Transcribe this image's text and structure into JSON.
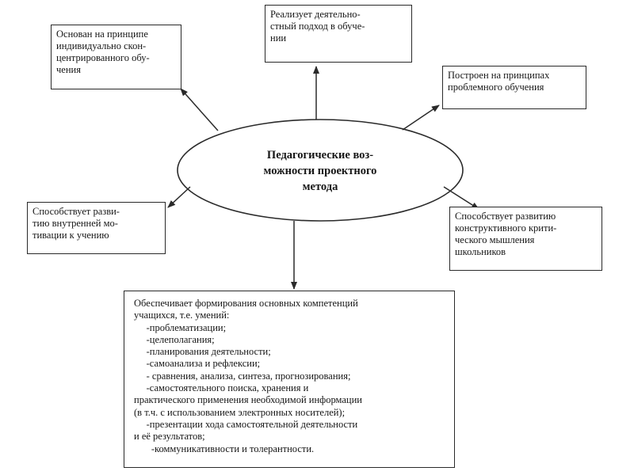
{
  "center": {
    "text": "Педагогические воз-\nможности проектного\nметода"
  },
  "boxes": {
    "top_left": "Основан на принципе\nиндивидуально скон-\nцентрированного обу-\nчения",
    "top_center": "Реализует деятельно-\nстный подход в обуче-\nнии",
    "top_right": "Построен на принципах\nпроблемного обучения",
    "mid_left": "Способствует разви-\nтию внутренней мо-\nтивации к учению",
    "mid_right": "Способствует развитию\nконструктивного крити-\nческого мышления\nшкольников"
  },
  "bottom": {
    "lines": [
      "Обеспечивает формирования основных компетенций",
      "учащихся, т.е. умений:",
      "     -проблематизации;",
      "     -целеполагания;",
      "     -планирования деятельности;",
      "     -самоанализа и рефлексии;",
      "     - сравнения, анализа, синтеза, прогнозирования;",
      "     -самостоятельного поиска, хранения и",
      "практического применения необходимой информации",
      "(в т.ч. с использованием электронных носителей);",
      "     -презентации хода самостоятельной деятельности",
      "и её результатов;",
      "       -коммуникативности и толерантности."
    ]
  },
  "colors": {
    "stroke": "#2a2a2a",
    "text": "#161616",
    "background": "#ffffff"
  }
}
